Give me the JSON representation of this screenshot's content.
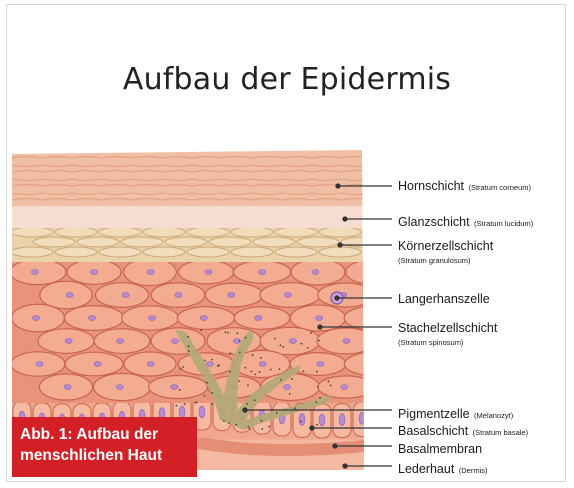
{
  "title": "Aufbau der Epidermis",
  "labels": [
    {
      "id": "hornschicht",
      "main": "Hornschicht",
      "sub": "(Stratum corneum)",
      "sub_break": false
    },
    {
      "id": "glanzschicht",
      "main": "Glanzschicht",
      "sub": "(Stratum lucidum)",
      "sub_break": false
    },
    {
      "id": "koernerzellschicht",
      "main": "Körnerzellschicht",
      "sub": "(Stratum granulosum)",
      "sub_break": true
    },
    {
      "id": "langerhanszelle",
      "main": "Langerhanszelle",
      "sub": "",
      "sub_break": false
    },
    {
      "id": "stachelzellschicht",
      "main": "Stachelzellschicht",
      "sub": "(Stratum spinosum)",
      "sub_break": true
    },
    {
      "id": "pigmentzelle",
      "main": "Pigmentzelle",
      "sub": "(Melanozyt)",
      "sub_break": false
    },
    {
      "id": "basalschicht",
      "main": "Basalschicht",
      "sub": "(Stratum basale)",
      "sub_break": false
    },
    {
      "id": "basalmembran",
      "main": "Basalmembran",
      "sub": "",
      "sub_break": false
    },
    {
      "id": "lederhaut",
      "main": "Lederhaut",
      "sub": "(Dermis)",
      "sub_break": false
    }
  ],
  "caption": {
    "line1": "Abb. 1: Aufbau der",
    "line2": "menschlichen Haut",
    "background": "#d32027"
  },
  "colors": {
    "horn": "#f0c0a6",
    "lucidum": "#f6ddd0",
    "granulosum": "#ecd2ab",
    "spinosum": "#e9937a",
    "cell_outline": "#c8654c",
    "nucleus": "#b68ad0",
    "melanocyte": "#b3a877",
    "dermis": "#f2ad93"
  }
}
